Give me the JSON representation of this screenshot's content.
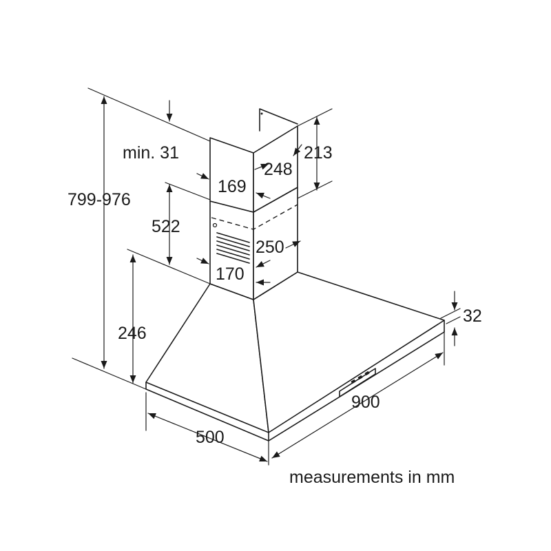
{
  "dimensions": {
    "total_height": "799-976",
    "min_gap": "min. 31",
    "chimney_upper_width": "169",
    "chimney_depth_upper": "248",
    "upper_chimney_height": "213",
    "lower_chimney_height": "522",
    "chimney_depth_lower": "250",
    "chimney_lower_width": "170",
    "canopy_height": "246",
    "canopy_depth": "500",
    "canopy_width": "900",
    "rim_thickness": "32"
  },
  "caption": "measurements in mm"
}
